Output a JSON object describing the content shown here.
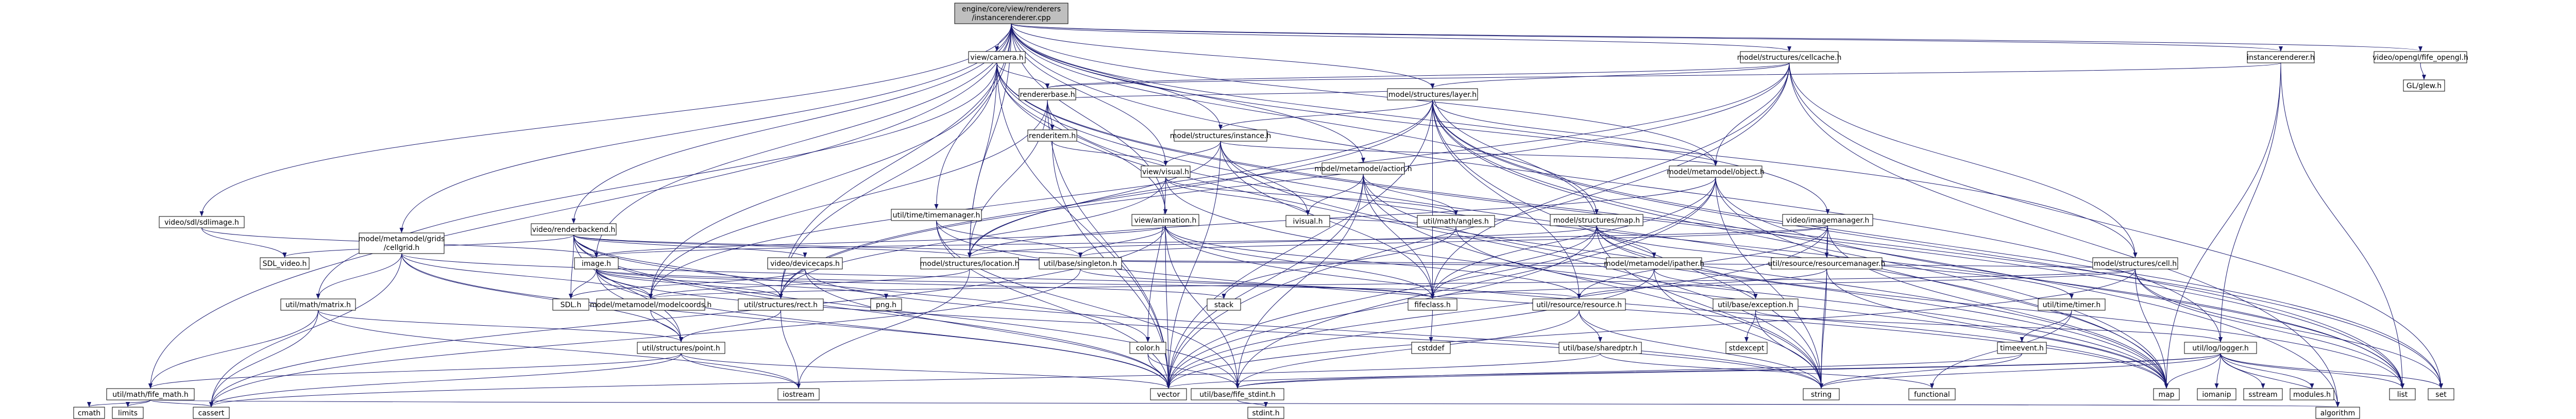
{
  "graph": {
    "root": "engine/core/view/renderers/instancerenderer.cpp",
    "colors": {
      "node_fill": "#ffffff",
      "node_border": "#000000",
      "root_fill": "#bfbfbf",
      "edge": "#191970"
    },
    "nodes": [
      {
        "id": "root",
        "label": "engine/core/view/renderers\n/instancerenderer.cpp"
      },
      {
        "id": "viewcamera",
        "label": "view/camera.h"
      },
      {
        "id": "cellcache",
        "label": "model/structures/cellcache.h"
      },
      {
        "id": "instancerenderer",
        "label": "instancerenderer.h"
      },
      {
        "id": "opengl",
        "label": "video/opengl/fife_opengl.h"
      },
      {
        "id": "glew",
        "label": "GL/glew.h"
      },
      {
        "id": "rendererbase",
        "label": "rendererbase.h"
      },
      {
        "id": "layer",
        "label": "model/structures/layer.h"
      },
      {
        "id": "instance",
        "label": "model/structures/instance.h"
      },
      {
        "id": "rendeitem",
        "label": "renderitem.h"
      },
      {
        "id": "visual",
        "label": "view/visual.h"
      },
      {
        "id": "object",
        "label": "model/metamodel/object.h"
      },
      {
        "id": "action",
        "label": "model/metamodel/action.h"
      },
      {
        "id": "timemanager",
        "label": "util/time/timemanager.h"
      },
      {
        "id": "sdlimage",
        "label": "video/sdl/sdlimage.h"
      },
      {
        "id": "renderbackend",
        "label": "video/renderbackend.h"
      },
      {
        "id": "grids",
        "label": "model/metamodel/grids\n/cellgrid.h"
      },
      {
        "id": "animation",
        "label": "view/animation.h"
      },
      {
        "id": "angles",
        "label": "util/math/angles.h"
      },
      {
        "id": "visualh",
        "label": "ivisual.h"
      },
      {
        "id": "map",
        "label": "model/structures/map.h"
      },
      {
        "id": "imagemanager",
        "label": "video/imagemanager.h"
      },
      {
        "id": "image",
        "label": "image.h"
      },
      {
        "id": "devicecaps",
        "label": "video/devicecaps.h"
      },
      {
        "id": "location",
        "label": "model/structures/location.h"
      },
      {
        "id": "singleton",
        "label": "util/base/singleton.h"
      },
      {
        "id": "ipather",
        "label": "model/metamodel/ipather.h"
      },
      {
        "id": "resmanager",
        "label": "util/resource/resourcemanager.h"
      },
      {
        "id": "cell",
        "label": "model/structures/cell.h"
      },
      {
        "id": "sdlvideo",
        "label": "SDL_video.h"
      },
      {
        "id": "matrix",
        "label": "util/math/matrix.h"
      },
      {
        "id": "sdlh",
        "label": "SDL.h"
      },
      {
        "id": "modelcoords",
        "label": "model/metamodel/modelcoords.h"
      },
      {
        "id": "rect",
        "label": "util/structures/rect.h"
      },
      {
        "id": "png",
        "label": "png.h"
      },
      {
        "id": "stack",
        "label": "stack"
      },
      {
        "id": "fifeclass",
        "label": "fifeclass.h"
      },
      {
        "id": "resource",
        "label": "util/resource/resource.h"
      },
      {
        "id": "exception",
        "label": "util/base/exception.h"
      },
      {
        "id": "timer",
        "label": "util/time/timer.h"
      },
      {
        "id": "point",
        "label": "util/structures/point.h"
      },
      {
        "id": "color",
        "label": "color.h"
      },
      {
        "id": "cstddef",
        "label": "cstddef"
      },
      {
        "id": "sharedptr",
        "label": "util/base/sharedptr.h"
      },
      {
        "id": "stdexcept",
        "label": "stdexcept"
      },
      {
        "id": "timeevent",
        "label": "timeevent.h"
      },
      {
        "id": "logger",
        "label": "util/log/logger.h"
      },
      {
        "id": "fifemath",
        "label": "util/math/fife_math.h"
      },
      {
        "id": "iostream",
        "label": "iostream"
      },
      {
        "id": "vector",
        "label": "vector"
      },
      {
        "id": "stdint",
        "label": "util/base/fife_stdint.h"
      },
      {
        "id": "string",
        "label": "string"
      },
      {
        "id": "functional",
        "label": "functional"
      },
      {
        "id": "cmath",
        "label": "cmath"
      },
      {
        "id": "limits",
        "label": "limits"
      },
      {
        "id": "cassert",
        "label": "cassert"
      },
      {
        "id": "stdinth",
        "label": "stdint.h"
      },
      {
        "id": "algorithm",
        "label": "algorithm"
      },
      {
        "id": "set",
        "label": "set"
      },
      {
        "id": "list",
        "label": "list"
      },
      {
        "id": "mapstd",
        "label": "map"
      },
      {
        "id": "iomanip",
        "label": "iomanip"
      },
      {
        "id": "sstream",
        "label": "sstream"
      },
      {
        "id": "modules",
        "label": "modules.h"
      }
    ]
  }
}
